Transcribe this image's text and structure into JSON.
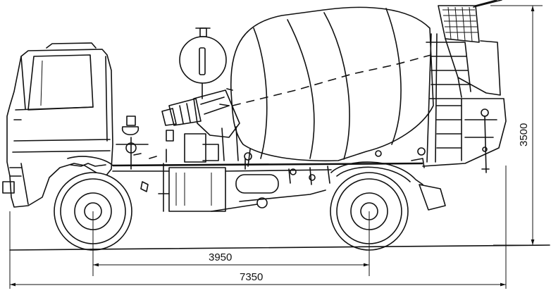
{
  "drawing": {
    "subject": "concrete-mixer-truck-side-view",
    "dimensions": {
      "wheelbase_label": "3950",
      "overall_length_label": "7350",
      "overall_height_label": "3500"
    }
  }
}
